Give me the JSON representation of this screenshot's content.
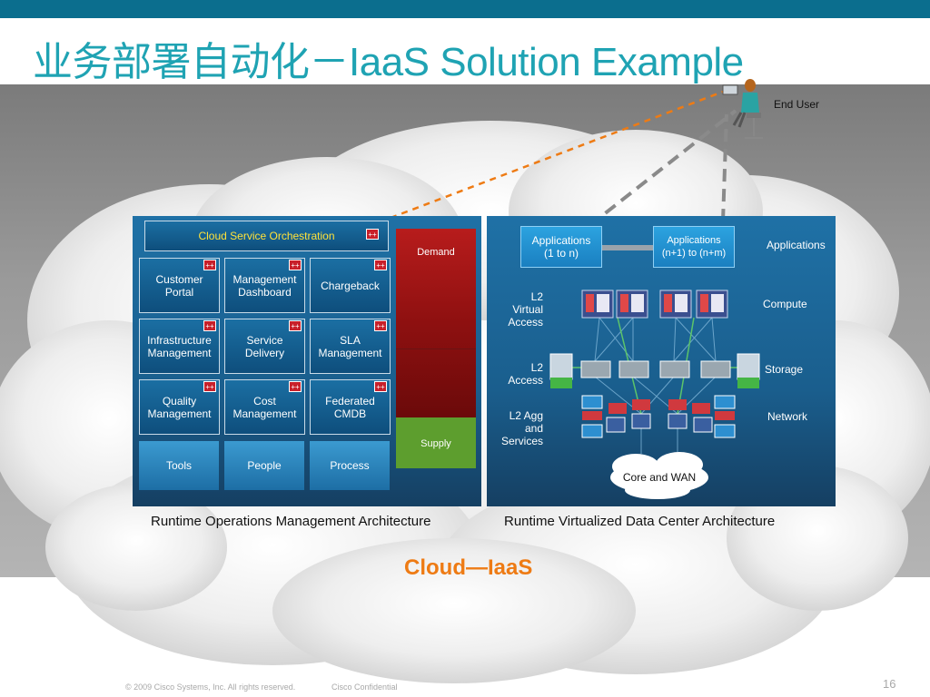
{
  "slide": {
    "title": "业务部署自动化－IaaS Solution Example",
    "cloud_label": "Cloud—IaaS",
    "end_user_label": "End User",
    "footer_copyright": "© 2009 Cisco Systems, Inc. All rights reserved.",
    "footer_confidential": "Cisco Confidential",
    "page_number": "16"
  },
  "colors": {
    "top_bar": "#0b6e8e",
    "title": "#1fa3b3",
    "panel_blue": "#1a5e8d",
    "demand_red": "#8e1010",
    "supply_green": "#5d9e2e",
    "cloud_label": "#ee7b14",
    "dashed_orange": "#ee7b14",
    "dashed_gray": "#8a8a8a"
  },
  "left_panel": {
    "caption": "Runtime Operations Management Architecture",
    "orchestration": "Cloud Service Orchestration",
    "badge": "++",
    "boxes": [
      "Customer Portal",
      "Management Dashboard",
      "Chargeback",
      "Infrastructure Management",
      "Service Delivery",
      "SLA Management",
      "Quality Management",
      "Cost Management",
      "Federated CMDB"
    ],
    "footer_boxes": [
      "Tools",
      "People",
      "Process"
    ],
    "demand": "Demand",
    "supply": "Supply"
  },
  "right_panel": {
    "caption": "Runtime Virtualized Data Center Architecture",
    "app_box_1": "Applications (1 to n)",
    "app_box_2": "Applications (n+1) to (n+m)",
    "layer_labels": [
      "L2 Virtual Access",
      "L2 Access",
      "L2 Agg and Services"
    ],
    "tier_labels": [
      "Applications",
      "Compute",
      "Storage",
      "Network"
    ],
    "core": "Core and WAN"
  }
}
